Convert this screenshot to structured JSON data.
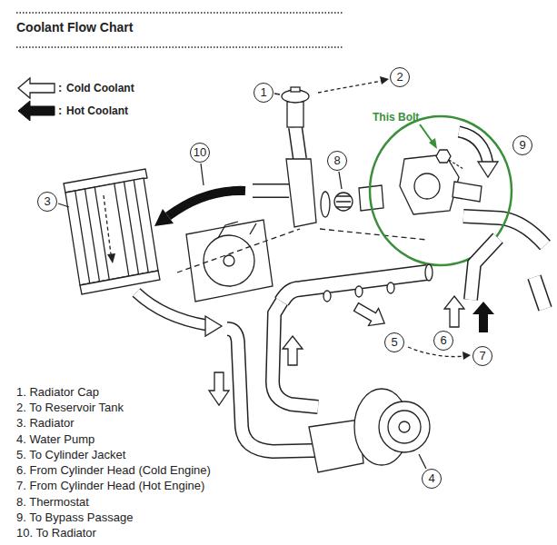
{
  "diagram": {
    "title": "Coolant Flow Chart",
    "labels": [
      ":",
      ":",
      "1",
      "2",
      "3",
      "4",
      "5",
      "6",
      "7",
      "8",
      "9",
      "10",
      "This Bolt",
      "1. Radiator Cap",
      "2. To Reservoir Tank",
      "3. Radiator",
      "4. Water Pump",
      "5. To Cylinder Jacket",
      "6. From Cylinder Head (Cold Engine)",
      "7. From Cylinder Head (Hot Engine)",
      "8. Thermostat",
      "9. To Bypass Passage",
      "10. To Radiator"
    ],
    "legend": [
      {
        "text": "Cold Coolant"
      },
      {
        "text": "Hot Coolant"
      }
    ]
  }
}
